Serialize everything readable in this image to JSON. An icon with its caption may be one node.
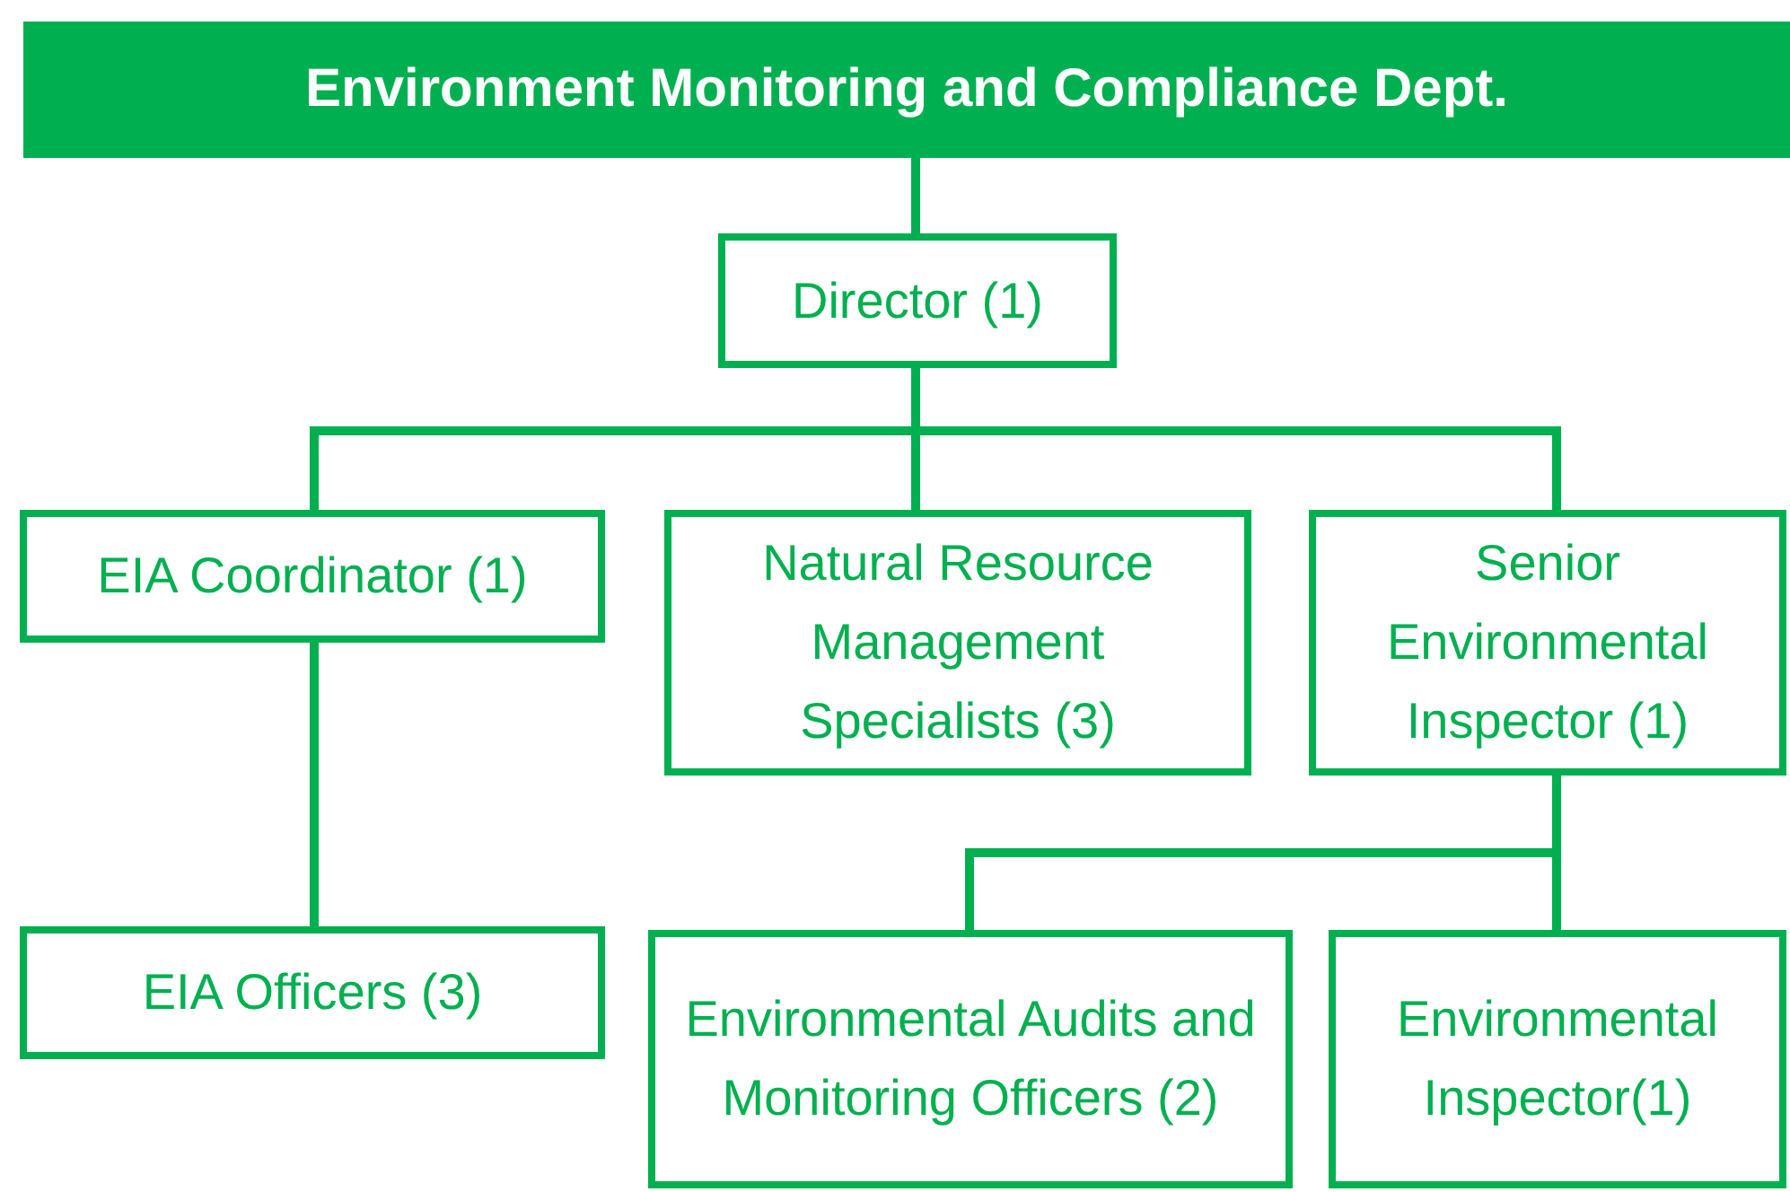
{
  "diagram": {
    "nodes": [
      {
        "text": [
          "Environment Monitoring and Compliance Dept."
        ]
      },
      {
        "text": [
          "Director (1)"
        ]
      },
      {
        "text": [
          "EIA Coordinator (1)"
        ]
      },
      {
        "text": [
          "Natural Resource Management Specialists (3)"
        ]
      },
      {
        "text": [
          "Senior Environmental Inspector (1)"
        ]
      },
      {
        "text": [
          "EIA Officers (3)"
        ]
      },
      {
        "text": [
          "Environmental Audits and Monitoring Officers (2)"
        ]
      },
      {
        "text": [
          "Environmental Inspector(1)"
        ]
      }
    ],
    "edges": [
      {
        "from": 0,
        "to": 1,
        "arrow": "none"
      },
      {
        "from": 1,
        "to": 2,
        "arrow": "none"
      },
      {
        "from": 1,
        "to": 3,
        "arrow": "none"
      },
      {
        "from": 1,
        "to": 4,
        "arrow": "none"
      },
      {
        "from": 2,
        "to": 5,
        "arrow": "none"
      },
      {
        "from": 4,
        "to": 6,
        "arrow": "none"
      },
      {
        "from": 4,
        "to": 7,
        "arrow": "none"
      }
    ]
  }
}
